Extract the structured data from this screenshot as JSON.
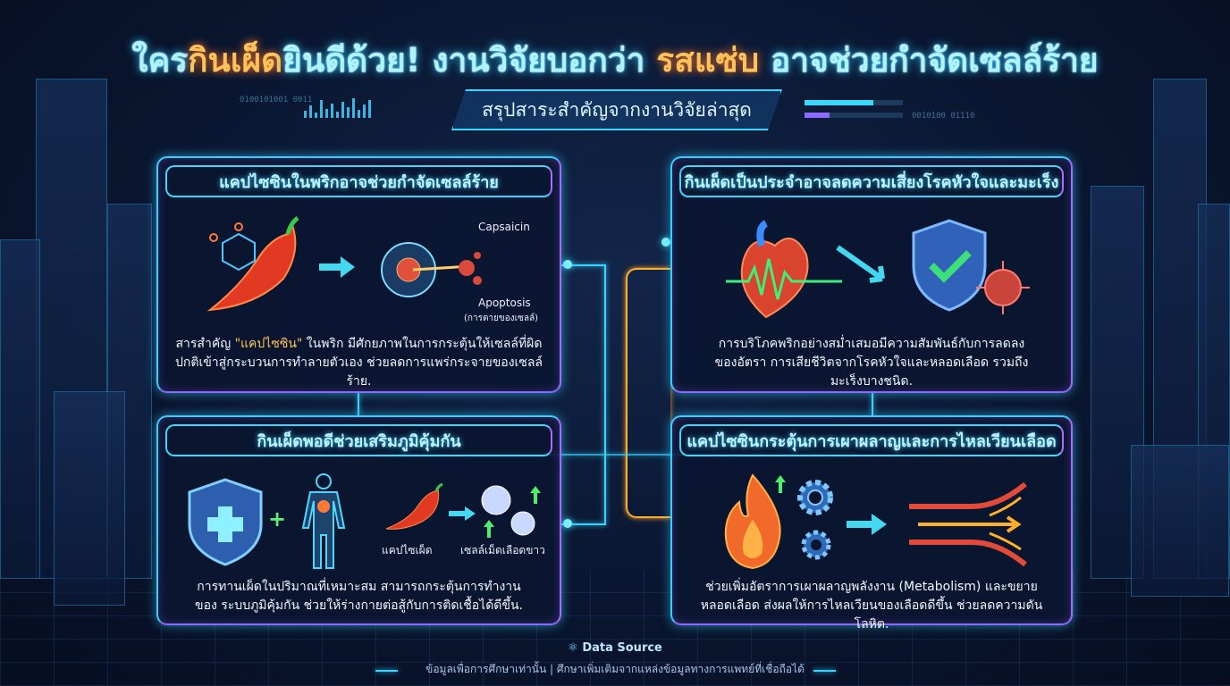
{
  "title": {
    "part1": "ใคร",
    "hl1": "กินเผ็ด",
    "part2": "ยินดีด้วย! งานวิจัยบอกว่า ",
    "hl2": "รสแซ่บ",
    "part3": " อาจช่วยกำจัดเซลล์ร้าย"
  },
  "subtitle": "สรุปสาระสำคัญจากงานวิจัยล่าสุด",
  "decor": {
    "left_code": "0100101001 0011",
    "right_code": "0010100 01110"
  },
  "panels": [
    {
      "heading": "แคปไซซินในพริกอาจช่วยกำจัดเซลล์ร้าย",
      "label_capsaicin": "Capsaicin",
      "label_apoptosis": "Apoptosis",
      "label_apoptosis_th": "(การตายของเซลล์)",
      "text_pre": "สารสำคัญ ",
      "text_hl": "\"แคปไซซิน\"",
      "text_post": " ในพริก มีศักยภาพในการกระตุ้นให้เซลล์ที่ผิด ปกติเข้าสู่กระบวนการทำลายตัวเอง ช่วยลดการแพร่กระจายของเซลล์ร้าย."
    },
    {
      "heading": "กินเผ็ดเป็นประจำอาจลดความเสี่ยงโรคหัวใจและมะเร็ง",
      "text": "การบริโภคพริกอย่างสม่ำเสมอมีความสัมพันธ์กับการลดลงของอัตรา การเสียชีวิตจากโรคหัวใจและหลอดเลือด รวมถึงมะเร็งบางชนิด."
    },
    {
      "heading": "กินเผ็ดพอดีช่วยเสริมภูมิคุ้มกัน",
      "label_chili": "แคปไซเผ็ด",
      "label_wbc": "เซลล์เม็ดเลือดขาว",
      "text": "การทานเผ็ดในปริมาณที่เหมาะสม สามารถกระตุ้นการทำงานของ ระบบภูมิคุ้มกัน ช่วยให้ร่างกายต่อสู้กับการติดเชื้อได้ดีขึ้น."
    },
    {
      "heading": "แคปไซซินกระตุ้นการเผาผลาญและการไหลเวียนเลือด",
      "text": "ช่วยเพิ่มอัตราการเผาผลาญพลังงาน (Metabolism) และขยายหลอดเลือด ส่งผลให้การไหลเวียนของเลือดดีขึ้น ช่วยลดความดันโลหิต."
    }
  ],
  "footer": {
    "source_label": "Data Source",
    "note": "ข้อมูลเพื่อการศึกษาเท่านั้น | ศึกษาเพิ่มเติมจากแหล่งข้อมูลทางการแพทย์ที่เชื่อถือได้"
  },
  "colors": {
    "accent": "#35d0ff",
    "highlight": "#ffc259",
    "purple": "#a36bff",
    "orange": "#ffb02a"
  }
}
